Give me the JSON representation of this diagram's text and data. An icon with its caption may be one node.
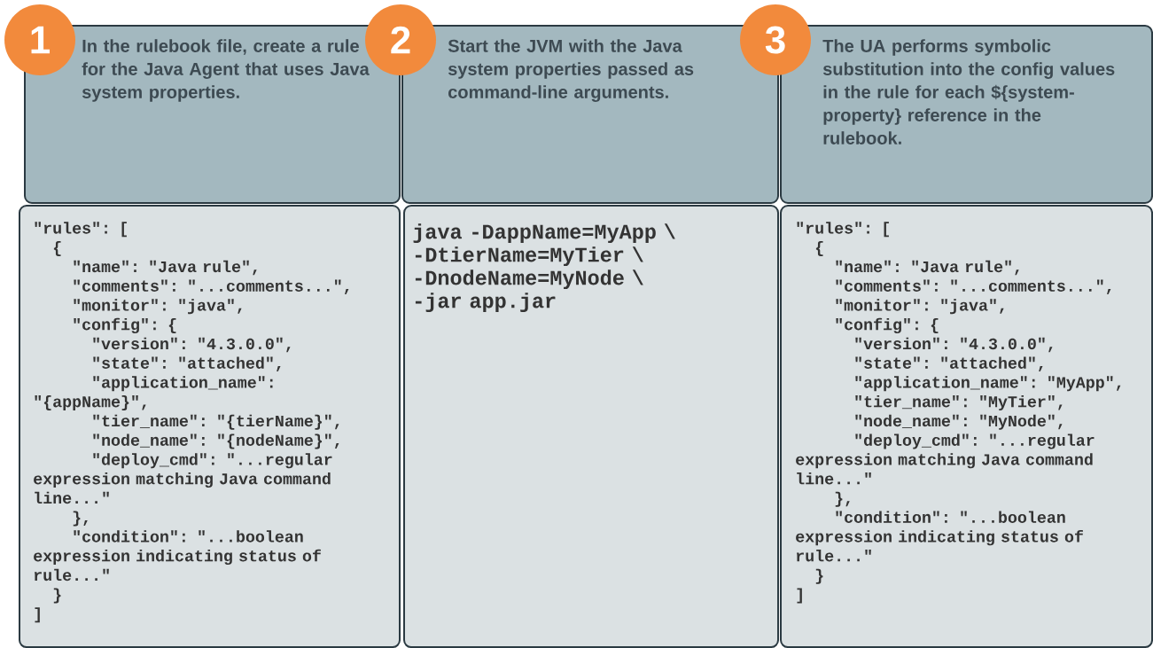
{
  "diagram": {
    "nodes": [
      {
        "text": [
          "1"
        ]
      },
      {
        "text": [
          "In the rulebook file, create a rule for the Java Agent that uses Java system properties."
        ]
      },
      {
        "text": [
          "2"
        ]
      },
      {
        "text": [
          "Start the JVM with the Java system properties passed as command-line arguments."
        ]
      },
      {
        "text": [
          "3"
        ]
      },
      {
        "text": [
          "The UA performs symbolic substitution into the config values in the rule for each ${system-property} reference in the rulebook."
        ]
      },
      {
        "text": [
          "\"rules\": [",
          "{",
          "\"name\": \"Java rule\",",
          "\"comments\": \"...comments...\",",
          "\"monitor\": \"java\",",
          "\"config\": {",
          "\"version\": \"4.3.0.0\",",
          "\"state\": \"attached\",",
          "\"application_name\": \"{appName}\",",
          "\"tier_name\": \"{tierName}\",",
          "\"node_name\": \"{nodeName}\",",
          "\"deploy_cmd\": \"...regular expression matching Java command line...\"",
          "},",
          "\"condition\": \"...boolean expression indicating status of rule...\"",
          "}",
          "]"
        ]
      },
      {
        "text": [
          "java -DappName=MyApp \\",
          "-DtierName=MyTier \\",
          "-DnodeName=MyNode \\",
          "-jar app.jar"
        ]
      },
      {
        "text": [
          "\"rules\": [",
          "{",
          "\"name\": \"Java rule\",",
          "\"comments\": \"...comments...\",",
          "\"monitor\": \"java\",",
          "\"config\": {",
          "\"version\": \"4.3.0.0\",",
          "\"state\": \"attached\",",
          "\"application_name\": \"MyApp\",",
          "\"tier_name\": \"MyTier\",",
          "\"node_name\": \"MyNode\",",
          "\"deploy_cmd\": \"...regular expression matching Java command line...\"",
          "},",
          "\"condition\": \"...boolean expression indicating status of rule...\"",
          "}",
          "]"
        ]
      }
    ]
  }
}
